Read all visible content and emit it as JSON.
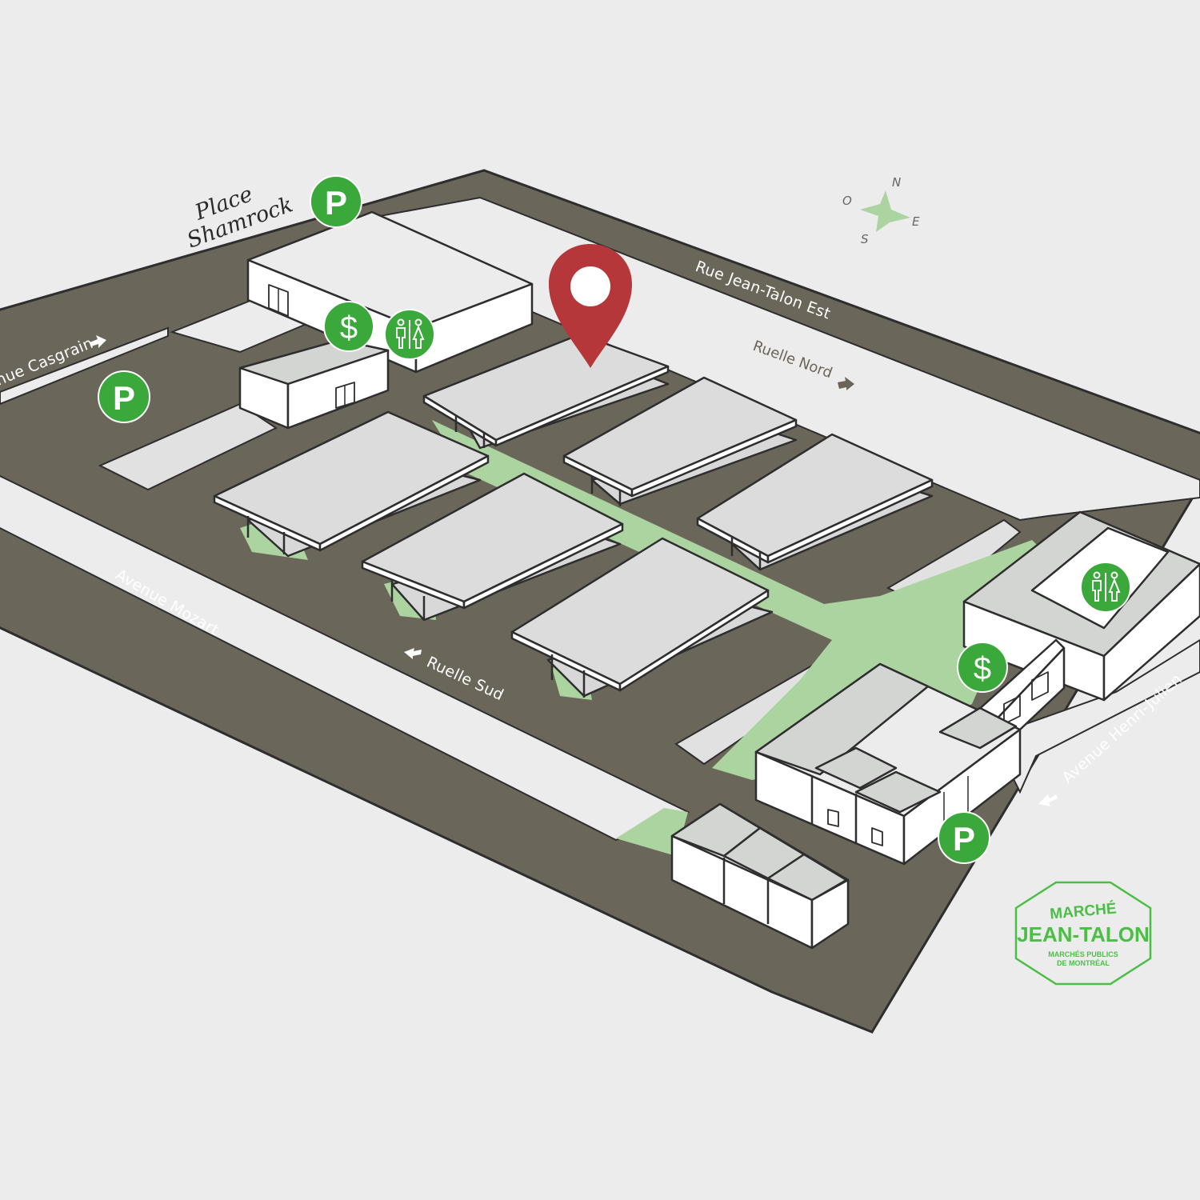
{
  "map": {
    "streets": {
      "jean_talon": "Rue Jean-Talon Est",
      "ruelle_nord": "Ruelle Nord",
      "ruelle_sud": "Ruelle Sud",
      "mozart": "Avenue Mozart",
      "casgrain": "nue Casgrain",
      "henri_julien": "Avenue Henri-Julien"
    },
    "place_label": {
      "line1": "Place",
      "line2": "Shamrock"
    },
    "compass": {
      "n": "N",
      "e": "E",
      "s": "S",
      "o": "O"
    },
    "badges": {
      "parking": "P",
      "atm": "$"
    },
    "marker": {
      "icon": "location-pin-icon",
      "color": "#b5373a"
    },
    "colors": {
      "road": "#6b665a",
      "background": "#ececec",
      "lot": "#e3e3e3",
      "green_path": "#acd4a0",
      "badge_green": "#3aa83a",
      "logo_green": "#4bbf45"
    }
  },
  "logo": {
    "line1": "MARCHÉ",
    "line2": "JEAN-TALON",
    "line3": "MARCHÉS PUBLICS",
    "line4": "DE MONTRÉAL"
  }
}
